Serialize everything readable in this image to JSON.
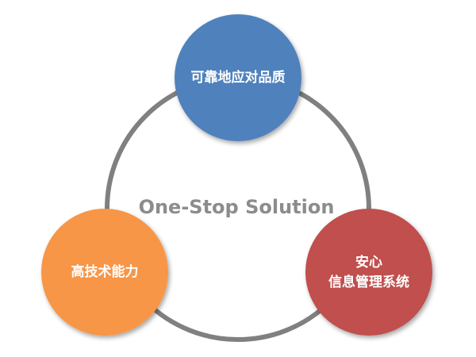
{
  "diagram": {
    "center_label": "One-Stop Solution",
    "nodes": [
      {
        "id": "top",
        "label_lines": [
          "可靠地应对品质"
        ],
        "color": "#4f81bd"
      },
      {
        "id": "left",
        "label_lines": [
          "高技术能力"
        ],
        "color": "#f79646"
      },
      {
        "id": "right",
        "label_lines": [
          "安心",
          "信息管理系统"
        ],
        "color": "#c0504d"
      }
    ],
    "ring_color": "#808080"
  }
}
